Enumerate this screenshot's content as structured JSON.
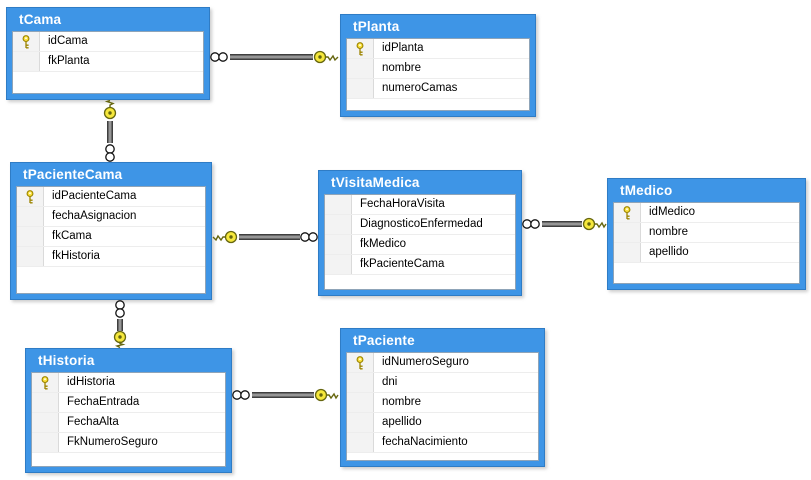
{
  "diagram": {
    "type": "database-relationship-diagram",
    "background_color": "#FFFFFF",
    "colors": {
      "table_header": "#3E95E6",
      "table_border": "#2F7CC5",
      "table_body": "#FFFFFF",
      "row_selector": "#F3F3F3",
      "relationship_line": "#969696",
      "relationship_line_edge": "#3F3F3F",
      "key_icon": "#F6E83C",
      "title_text": "#FFFFFF",
      "field_text": "#000000"
    },
    "tables": [
      {
        "name": "tCama",
        "fields": [
          {
            "name": "idCama",
            "pk": true
          },
          {
            "name": "fkPlanta",
            "pk": false
          }
        ]
      },
      {
        "name": "tPlanta",
        "fields": [
          {
            "name": "idPlanta",
            "pk": true
          },
          {
            "name": "nombre",
            "pk": false
          },
          {
            "name": "numeroCamas",
            "pk": false
          }
        ]
      },
      {
        "name": "tPacienteCama",
        "fields": [
          {
            "name": "idPacienteCama",
            "pk": true
          },
          {
            "name": "fechaAsignacion",
            "pk": false
          },
          {
            "name": "fkCama",
            "pk": false
          },
          {
            "name": "fkHistoria",
            "pk": false
          }
        ]
      },
      {
        "name": "tVisitaMedica",
        "fields": [
          {
            "name": "FechaHoraVisita",
            "pk": false
          },
          {
            "name": "DiagnosticoEnfermedad",
            "pk": false
          },
          {
            "name": "fkMedico",
            "pk": false
          },
          {
            "name": "fkPacienteCama",
            "pk": false
          }
        ]
      },
      {
        "name": "tMedico",
        "fields": [
          {
            "name": "idMedico",
            "pk": true
          },
          {
            "name": "nombre",
            "pk": false
          },
          {
            "name": "apellido",
            "pk": false
          }
        ]
      },
      {
        "name": "tHistoria",
        "fields": [
          {
            "name": "idHistoria",
            "pk": true
          },
          {
            "name": "FechaEntrada",
            "pk": false
          },
          {
            "name": "FechaAlta",
            "pk": false
          },
          {
            "name": "FkNumeroSeguro",
            "pk": false
          }
        ]
      },
      {
        "name": "tPaciente",
        "fields": [
          {
            "name": "idNumeroSeguro",
            "pk": true
          },
          {
            "name": "dni",
            "pk": false
          },
          {
            "name": "nombre",
            "pk": false
          },
          {
            "name": "apellido",
            "pk": false
          },
          {
            "name": "fechaNacimiento",
            "pk": false
          }
        ]
      }
    ],
    "relationships": [
      {
        "one_side": "tPlanta",
        "many_side": "tCama",
        "key_end": "tPlanta",
        "infinity_end": "tCama"
      },
      {
        "one_side": "tCama",
        "many_side": "tPacienteCama",
        "key_end": "tCama",
        "infinity_end": "tPacienteCama"
      },
      {
        "one_side": "tPacienteCama",
        "many_side": "tVisitaMedica",
        "key_end": "tPacienteCama",
        "infinity_end": "tVisitaMedica"
      },
      {
        "one_side": "tMedico",
        "many_side": "tVisitaMedica",
        "key_end": "tMedico",
        "infinity_end": "tVisitaMedica"
      },
      {
        "one_side": "tHistoria",
        "many_side": "tPacienteCama",
        "key_end": "tHistoria",
        "infinity_end": "tPacienteCama"
      },
      {
        "one_side": "tPaciente",
        "many_side": "tHistoria",
        "key_end": "tPaciente",
        "infinity_end": "tHistoria"
      }
    ]
  }
}
